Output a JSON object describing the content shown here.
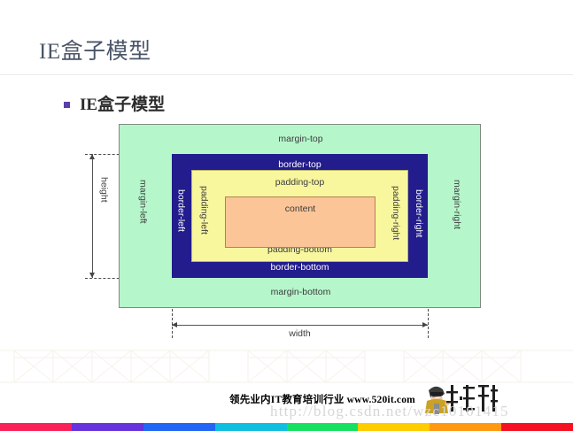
{
  "slide": {
    "title": "IE盒子模型",
    "subheading": "IE盒子模型",
    "bullet_icon": "square-bullet-icon"
  },
  "diagram": {
    "name": "ie-box-model-diagram",
    "labels": {
      "margin_top": "margin-top",
      "margin_bottom": "margin-bottom",
      "margin_left": "margin-left",
      "margin_right": "margin-right",
      "border_top": "border-top",
      "border_bottom": "border-bottom",
      "border_left": "border-left",
      "border_right": "border-right",
      "padding_top": "padding-top",
      "padding_bottom": "padding-bottom",
      "padding_left": "padding-left",
      "padding_right": "padding-right",
      "content": "content",
      "height": "height",
      "width": "width"
    },
    "colors": {
      "margin_fill": "#b6f6cb",
      "margin_stroke": "#7f8a80",
      "border_fill": "#221c8c",
      "padding_fill": "#f9f79e",
      "padding_stroke": "#b9b66b",
      "content_fill": "#fbc598",
      "content_stroke": "#b08355",
      "label_text": "#3c3c3c",
      "label_text_light": "#ffffff"
    }
  },
  "footer": {
    "text": "领先业内IT教育培训行业 www.520it.com",
    "logo_icon": "company-mascot-logo",
    "watermark": "http://blog.csdn.net/wzc10101415",
    "colorbar": [
      "#fa2058",
      "#6633dd",
      "#2266f5",
      "#10bee0",
      "#16e060",
      "#ffcc00",
      "#ff9911",
      "#f51022"
    ]
  }
}
